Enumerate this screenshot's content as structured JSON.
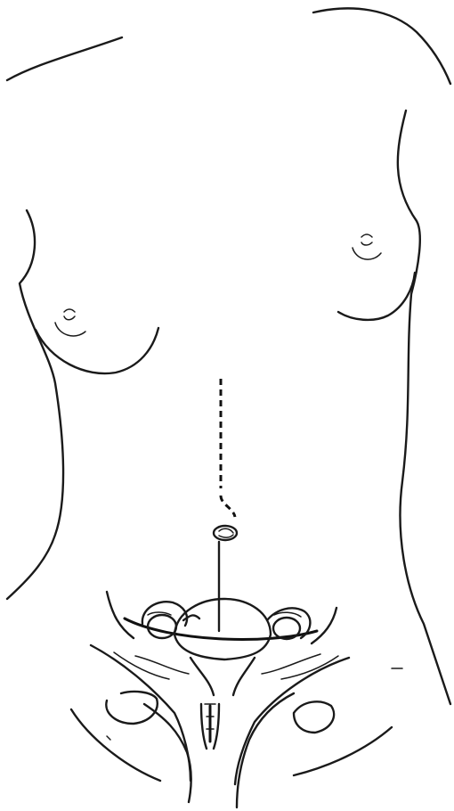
{
  "figure": {
    "description_text": "",
    "colors": {
      "ink": "#1a1a1a",
      "background": "#ffffff"
    },
    "parts": [
      "left-shoulder",
      "right-shoulder",
      "left-breast",
      "right-breast",
      "torso-outline",
      "midline-incision",
      "umbilicus",
      "pelvic-organs"
    ]
  }
}
